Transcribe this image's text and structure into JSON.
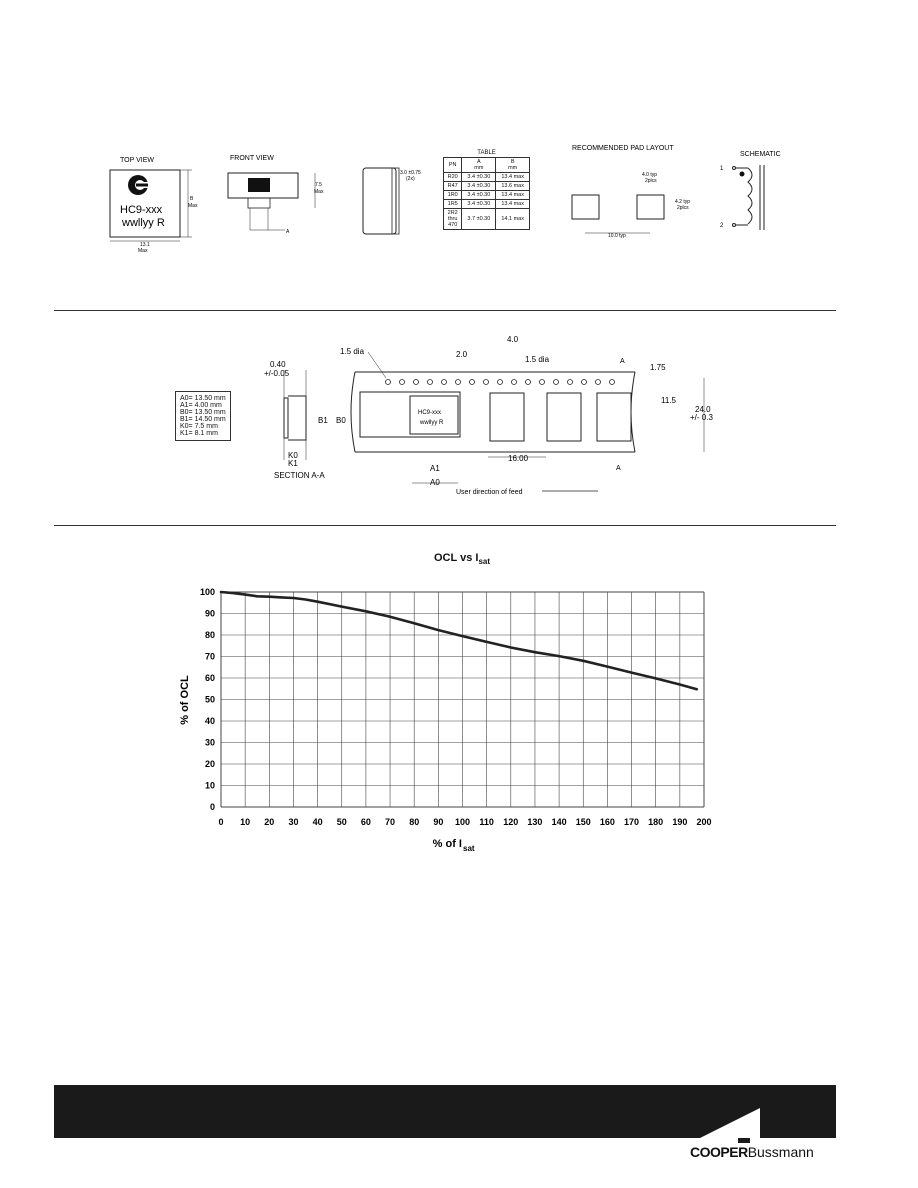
{
  "drawings": {
    "top_view": {
      "label": "TOP VIEW",
      "part_marking": "HC9-xxx",
      "date_marking": "wwllyy R",
      "width_dim": "13.1",
      "width_unit": "Max",
      "height_dim": "B",
      "height_unit": "Max"
    },
    "front_view": {
      "label": "FRONT VIEW",
      "height_dim": "7.5",
      "height_unit": "Max",
      "ref": "A"
    },
    "side_view": {
      "dim": "3.0 ±0.75",
      "dim2": "(2x)"
    },
    "table": {
      "title": "TABLE",
      "headers": [
        "PN",
        "A\nmm",
        "B\nmm"
      ],
      "header_pn": "PN",
      "header_a": "A",
      "header_a_unit": "mm",
      "header_b": "B",
      "header_b_unit": "mm",
      "rows": [
        {
          "pn": "R20",
          "a": "3.4 ±0.30",
          "b": "13.4 max"
        },
        {
          "pn": "R47",
          "a": "3.4 ±0.30",
          "b": "13.6 max"
        },
        {
          "pn": "1R0",
          "a": "3.4 ±0.30",
          "b": "13.4 max"
        },
        {
          "pn": "1R5",
          "a": "3.4 ±0.30",
          "b": "13.4 max"
        },
        {
          "pn": "2R2\nthru\n470",
          "a": "3.7 ±0.30",
          "b": "14.1 max"
        }
      ]
    },
    "pad_layout": {
      "label": "RECOMMENDED PAD LAYOUT",
      "top_dim": "4.0 typ",
      "top_dim2": "2plcs",
      "side_dim": "4.2 typ",
      "side_dim2": "2plcs",
      "bottom_dim": "10.0 typ"
    },
    "schematic": {
      "label": "SCHEMATIC",
      "pin1": "1",
      "pin2": "2"
    }
  },
  "tape": {
    "legend": [
      "A0= 13.50 mm",
      "A1= 4.00 mm",
      "B0= 13.50 mm",
      "B1= 14.50 mm",
      "K0= 7.5 mm",
      "K1= 8.1 mm"
    ],
    "sprocket_dia": "1.5 dia",
    "pocket_hole": "1.5 dia",
    "pitch_top": "4.0",
    "pitch_offset": "2.0",
    "section_ref": "A",
    "edge_dim": "1.75",
    "center_dim": "11.5",
    "tape_width": "24.0",
    "tape_width_tol": "+/- 0.3",
    "thickness": "0.40",
    "thickness_tol": "+/-0.05",
    "b1": "B1",
    "b0": "B0",
    "k0": "K0",
    "k1": "K1",
    "section_label": "SECTION A-A",
    "pocket_pitch": "16.00",
    "a1": "A1",
    "a0": "A0",
    "feed_direction": "User direction of feed",
    "part_marking": "HC9-xxx",
    "date_marking": "wwllyy R"
  },
  "chart_data": {
    "type": "line",
    "title": "OCL vs I",
    "title_sub": "sat",
    "xlabel": "% of I",
    "xlabel_sub": "sat",
    "ylabel": "% of OCL",
    "xlim": [
      0,
      200
    ],
    "ylim": [
      0,
      100
    ],
    "xticks": [
      0,
      10,
      20,
      30,
      40,
      50,
      60,
      70,
      80,
      90,
      100,
      110,
      120,
      130,
      140,
      150,
      160,
      170,
      180,
      190,
      200
    ],
    "yticks": [
      0,
      10,
      20,
      30,
      40,
      50,
      60,
      70,
      80,
      90,
      100
    ],
    "grid": true,
    "series": [
      {
        "x": [
          0,
          5,
          10,
          15,
          20,
          25,
          30,
          35,
          40,
          50,
          60,
          70,
          80,
          90,
          100,
          110,
          120,
          130,
          140,
          150,
          160,
          170,
          180,
          190,
          197
        ],
        "y": [
          100,
          99.5,
          98.8,
          98,
          97.8,
          97.5,
          97.2,
          96.5,
          95.5,
          93.2,
          91,
          88.5,
          85.5,
          82.3,
          79.5,
          76.8,
          74.2,
          72,
          70.2,
          68,
          65.3,
          62.5,
          59.8,
          57,
          54.8
        ]
      }
    ]
  },
  "footer": {
    "brand_bold": "COOPER",
    "brand_regular": "Bussmann"
  }
}
